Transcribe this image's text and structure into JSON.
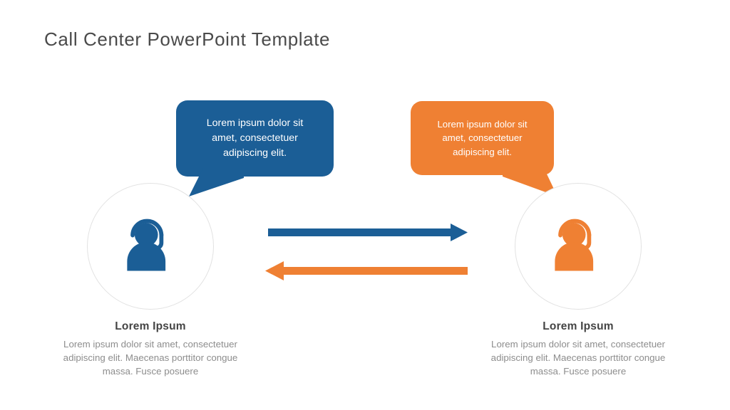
{
  "slide": {
    "title": "Call Center PowerPoint Template",
    "background_color": "#ffffff"
  },
  "colors": {
    "blue": "#1b5e96",
    "orange": "#ef8033",
    "title_text": "#4a4a4a",
    "caption_title": "#444444",
    "caption_body": "#8d8d8d",
    "circle_outline": "#e2e2e2",
    "bubble_text": "#ffffff"
  },
  "left": {
    "bubble_text": "Lorem ipsum dolor sit amet, consectetuer adipiscing elit.",
    "icon_name": "headset-operator-icon",
    "caption_title": "Lorem Ipsum",
    "caption_body": "Lorem ipsum dolor sit amet, consectetuer adipiscing elit. Maecenas porttitor congue massa. Fusce posuere"
  },
  "right": {
    "bubble_text": "Lorem ipsum dolor sit amet, consectetuer adipiscing elit.",
    "icon_name": "headset-operator-icon",
    "caption_title": "Lorem Ipsum",
    "caption_body": "Lorem ipsum dolor sit amet, consectetuer adipiscing elit. Maecenas porttitor congue massa. Fusce posuere"
  },
  "arrows": [
    {
      "name": "arrow-left-to-right",
      "direction": "right",
      "color": "#1b5e96"
    },
    {
      "name": "arrow-right-to-left",
      "direction": "left",
      "color": "#ef8033"
    }
  ]
}
